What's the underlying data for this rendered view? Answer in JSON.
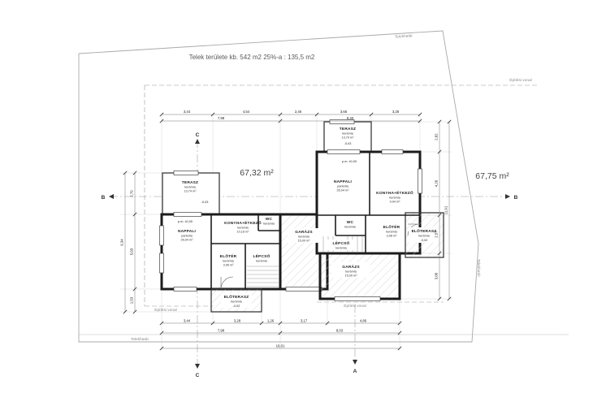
{
  "site": {
    "title": "Telek területe kb. 542 m2 25%-a : 135,5 m2",
    "telekhatar": "Telekhatár",
    "epitesi_vonal": "Építési vonal",
    "area_left": "67,32 m²",
    "area_right": "67,75 m²"
  },
  "axes": {
    "a": "A",
    "b": "B",
    "c": "C"
  },
  "rooms": {
    "l_terasz": {
      "name": "TERASZ",
      "mat": "kerámia",
      "area": "13,74 m²",
      "level": "-0,03"
    },
    "l_nappali": {
      "name": "NAPPALI",
      "mat": "parketta",
      "area": "26,04 m²",
      "level": "p.m. ±0,00"
    },
    "l_konyha": {
      "name": "KONYHA+ÉTKEZŐ",
      "mat": "kerámia",
      "area": "10,18 m²"
    },
    "l_wc": {
      "name": "WC",
      "mat": "kerámia"
    },
    "l_eloter": {
      "name": "ELŐTÉR",
      "mat": "kerámia",
      "area": "3,96 m²"
    },
    "l_lepcso": {
      "name": "LÉPCSŐ",
      "mat": "kerámia"
    },
    "l_eloterasz": {
      "name": "ELŐTERASZ",
      "mat": "kerámia",
      "level": "-0,02"
    },
    "l_garazs": {
      "name": "GARÁZS",
      "mat": "kerámia",
      "area": "15,00 m²"
    },
    "r_terasz": {
      "name": "TERASZ",
      "mat": "kerámia",
      "area": "13,79 m²",
      "level": "-0,03"
    },
    "r_nappali": {
      "name": "NAPPALI",
      "mat": "parketta",
      "area": "26,04 m²",
      "level": "p.m. ±0,00"
    },
    "r_konyha": {
      "name": "KONYHA+ÉTKEZŐ",
      "mat": "kerámia",
      "area": "9,94 m²"
    },
    "r_wc": {
      "name": "WC",
      "mat": "kerámia"
    },
    "r_lepcso": {
      "name": "LÉPCSŐ",
      "mat": "kerámia"
    },
    "r_eloter": {
      "name": "ELŐTÉR",
      "mat": "kerámia",
      "area": "3,98 m²"
    },
    "r_garazs": {
      "name": "GARÁZS",
      "mat": "kerámia",
      "area": "15,00 m²"
    },
    "r_eloterasz": {
      "name": "ELŐTERASZ",
      "mat": "kerámia",
      "level": "-0,02"
    }
  },
  "dims": [
    "3,44",
    "4,54",
    "2,46",
    "3,66",
    "3,28",
    "7,98",
    "9,40",
    "2,02",
    "4,26",
    "2,57",
    "3,06",
    "11,91",
    "2,79",
    "5,03",
    "1,53",
    "9,34",
    "3,44",
    "3,28",
    "1,26",
    "3,17",
    "4,86",
    "7,98",
    "8,03",
    "16,01"
  ]
}
